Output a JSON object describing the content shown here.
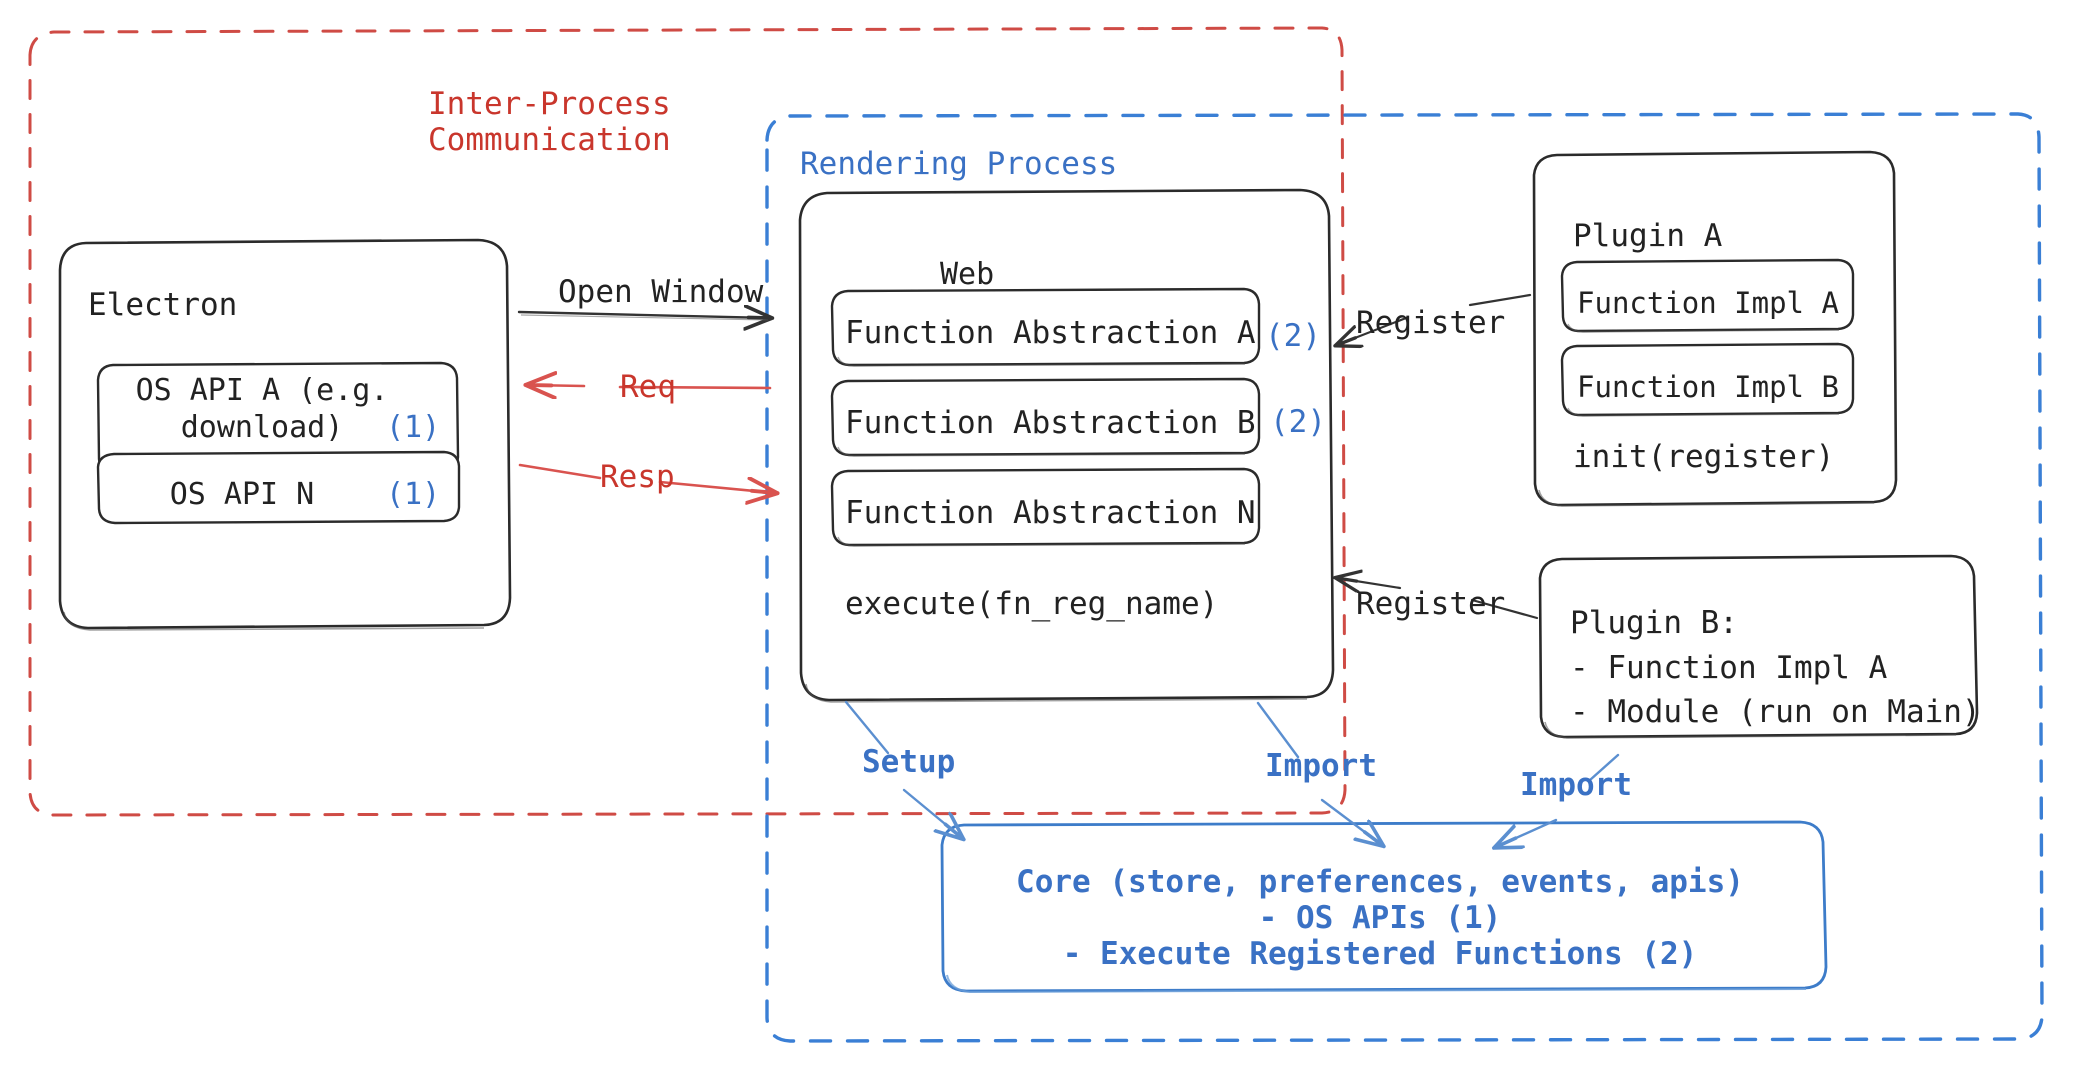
{
  "diagram": {
    "title_hidden": "Electron plugin architecture",
    "colors": {
      "ink": "#222222",
      "red": "#c9362c",
      "blue": "#3a71c4"
    },
    "zones": [
      {
        "id": "ipc",
        "label": "Inter-Process\nCommunication",
        "style": "dashed-red"
      },
      {
        "id": "rendering",
        "label": "Rendering Process",
        "style": "dashed-blue"
      }
    ],
    "ipc_label_line1": "Inter-Process",
    "ipc_label_line2": "Communication",
    "rendering_label": "Rendering Process",
    "electron": {
      "title": "Electron",
      "apis": [
        {
          "name": "OS API A (e.g.\n  download)",
          "line1": "OS API A (e.g.",
          "line2": "download)",
          "marker": "(1)"
        },
        {
          "name": "OS API N",
          "line1": "OS API N",
          "line2": "",
          "marker": "(1)"
        }
      ]
    },
    "web": {
      "title": "Web",
      "abstractions": [
        {
          "label": "Function Abstraction A",
          "marker": "(2)"
        },
        {
          "label": "Function Abstraction B",
          "marker": "(2)"
        },
        {
          "label": "Function Abstraction N",
          "marker": ""
        }
      ],
      "execute": "execute(fn_reg_name)"
    },
    "plugin_a": {
      "title": "Plugin A",
      "impls": [
        "Function Impl A",
        "Function Impl B"
      ],
      "init": "init(register)"
    },
    "plugin_b": {
      "title": "Plugin B:",
      "items": [
        "- Function Impl A",
        "- Module (run on Main)"
      ]
    },
    "core": {
      "line1": "Core (store, preferences, events, apis)",
      "line2": "- OS APIs (1)",
      "line3": "- Execute Registered Functions (2)"
    },
    "edges": [
      {
        "id": "open-window",
        "label": "Open Window",
        "color": "#222222",
        "from": "electron",
        "to": "web"
      },
      {
        "id": "req",
        "label": "Req",
        "color": "#c9362c",
        "from": "web",
        "to": "electron"
      },
      {
        "id": "resp",
        "label": "Resp",
        "color": "#c9362c",
        "from": "electron",
        "to": "web"
      },
      {
        "id": "register-a",
        "label": "Register",
        "color": "#222222",
        "from": "plugin-a",
        "to": "web"
      },
      {
        "id": "register-b",
        "label": "Register",
        "color": "#222222",
        "from": "plugin-b",
        "to": "web"
      },
      {
        "id": "setup",
        "label": "Setup",
        "color": "#3a71c4",
        "from": "web",
        "to": "core"
      },
      {
        "id": "import-web",
        "label": "Import",
        "color": "#3a71c4",
        "from": "web",
        "to": "core"
      },
      {
        "id": "import-plug",
        "label": "Import",
        "color": "#3a71c4",
        "from": "plugin-b",
        "to": "core"
      }
    ]
  }
}
